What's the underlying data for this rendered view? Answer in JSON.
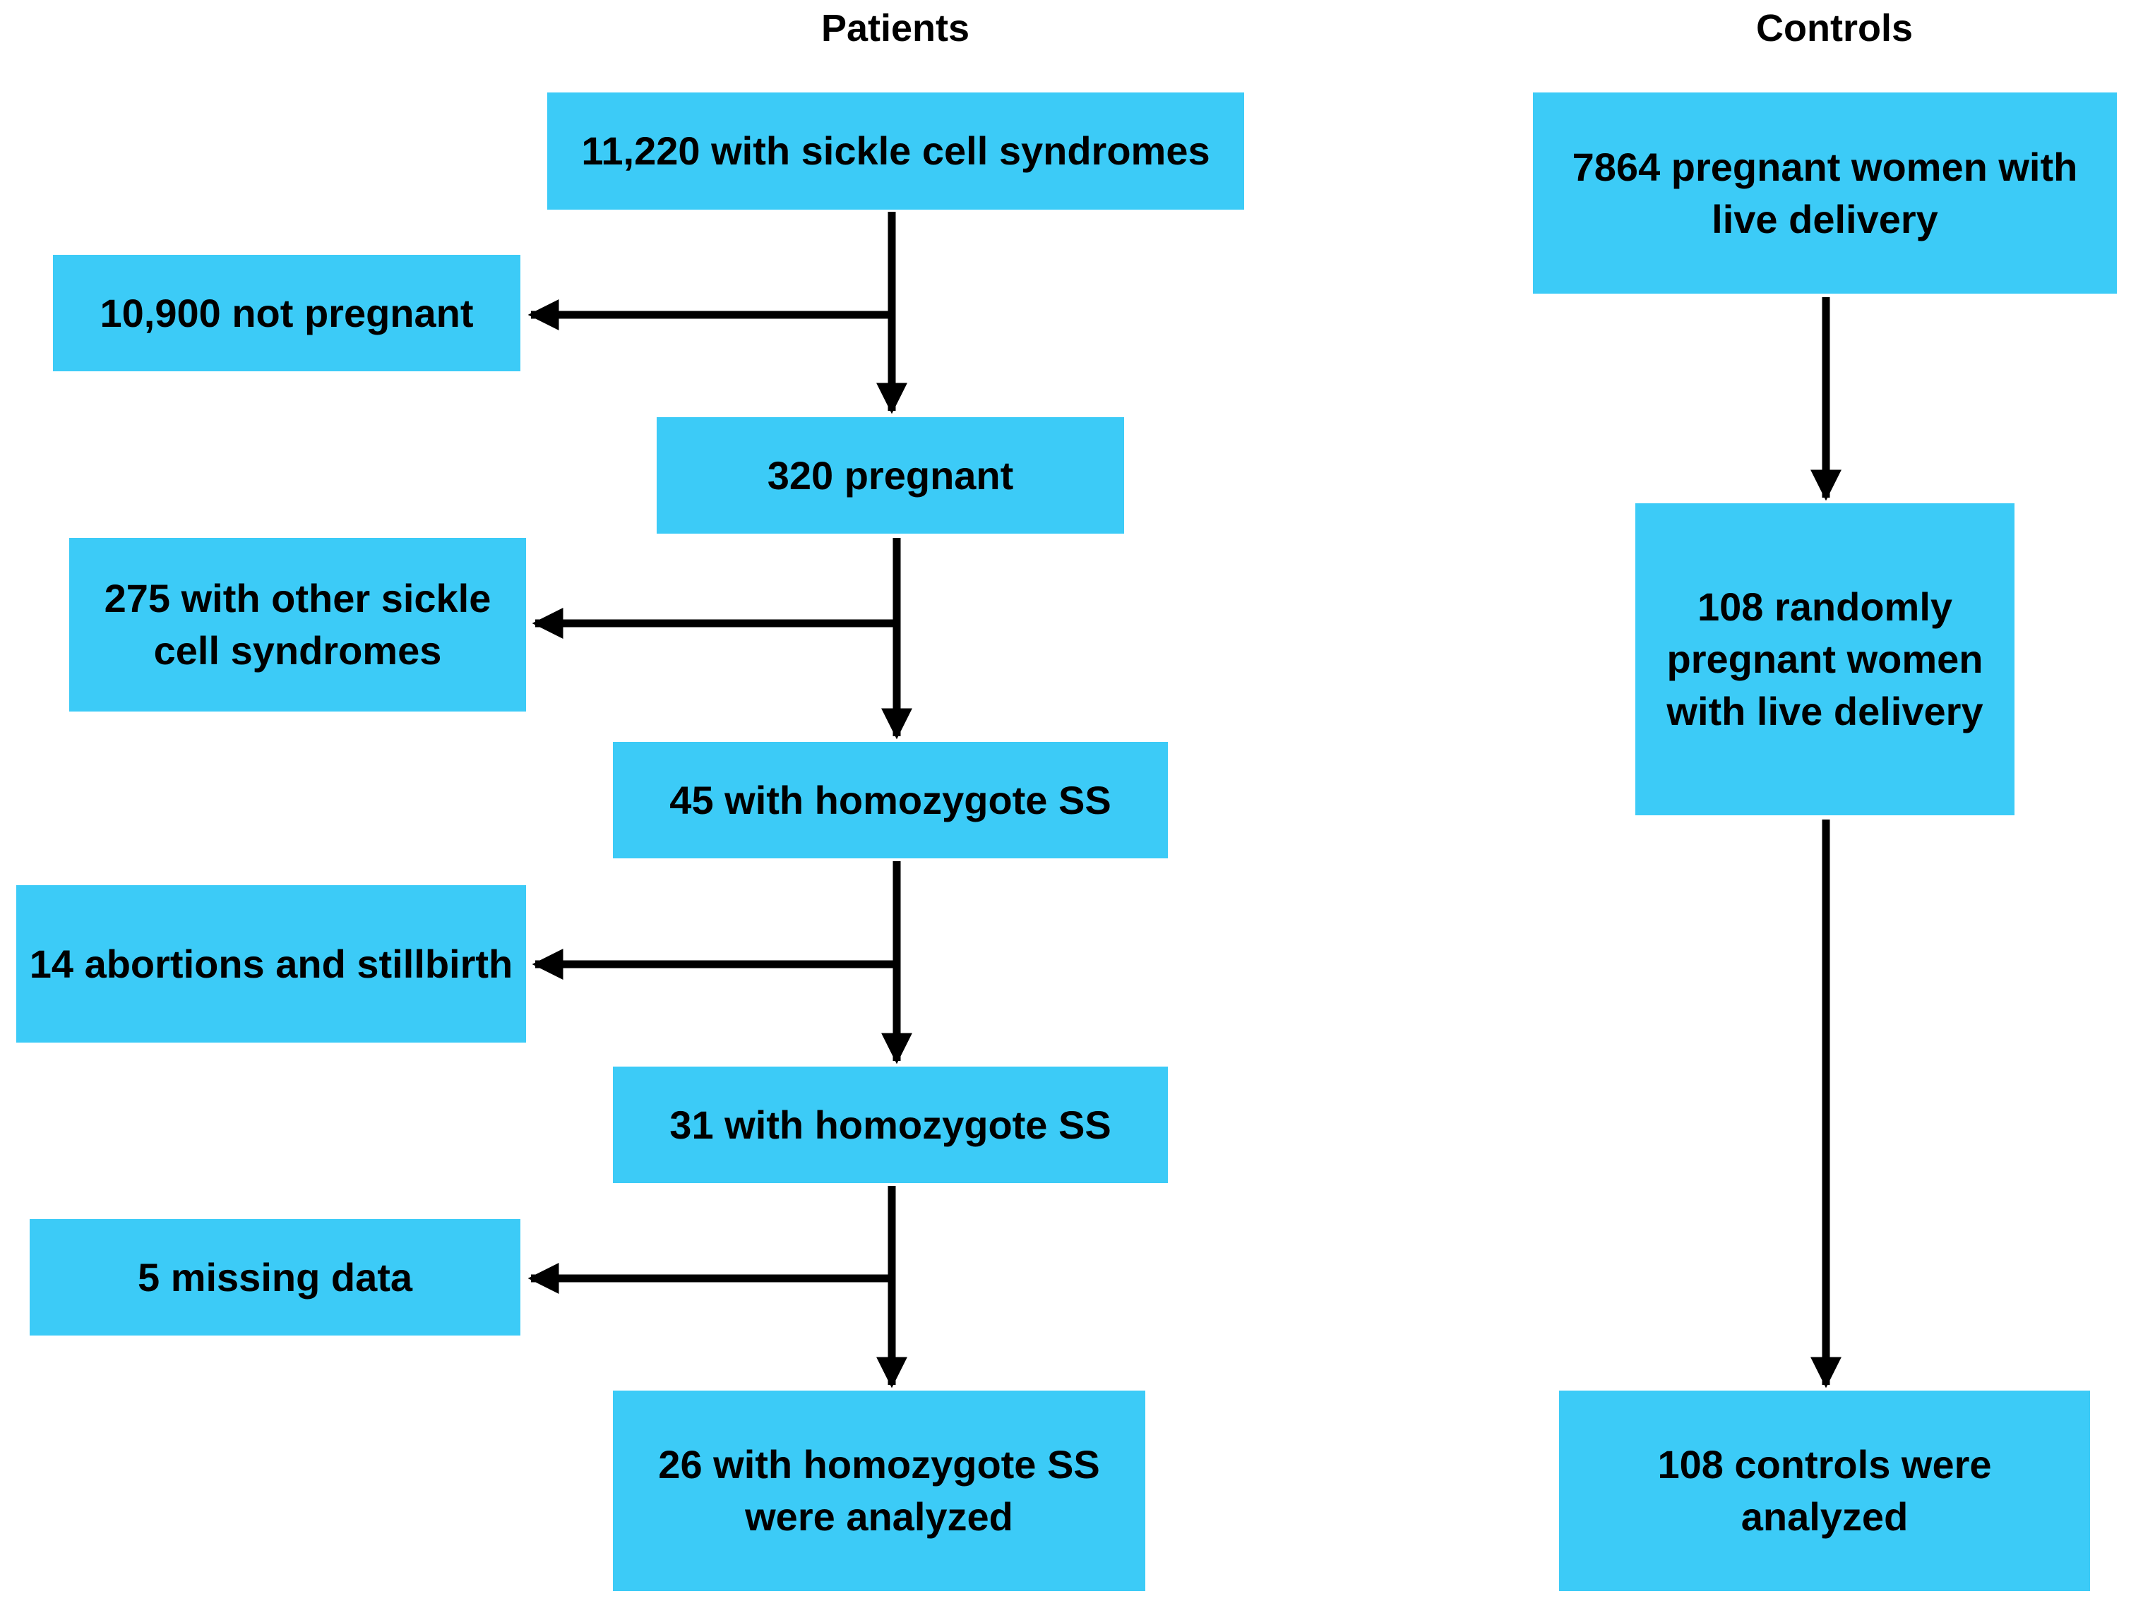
{
  "columns": {
    "patients": "Patients",
    "controls": "Controls"
  },
  "patients": {
    "total": "11,220 with sickle cell syndromes",
    "excluded_not_pregnant": "10,900 not pregnant",
    "pregnant": "320 pregnant",
    "excluded_other": "275 with other sickle cell syndromes",
    "homozygote_45": "45 with homozygote SS",
    "excluded_abortions": "14 abortions and stillbirth",
    "homozygote_31": "31 with homozygote SS",
    "excluded_missing": "5 missing data",
    "analyzed": "26 with homozygote SS were analyzed"
  },
  "controls": {
    "total": "7864 pregnant women with live delivery",
    "random": "108 randomly pregnant women with live delivery",
    "analyzed": "108 controls were analyzed"
  }
}
